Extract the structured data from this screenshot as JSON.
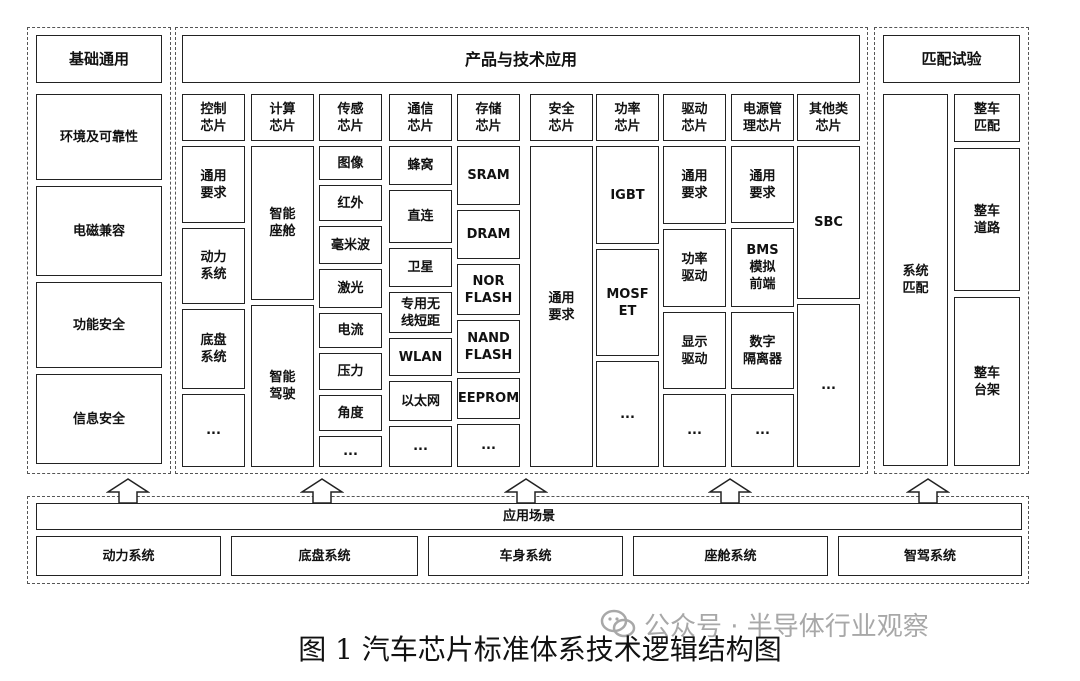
{
  "left": {
    "title": "基础通用",
    "items": [
      "环境及可靠性",
      "电磁兼容",
      "功能安全",
      "信息安全"
    ]
  },
  "middle": {
    "title": "产品与技术应用",
    "columns": [
      {
        "header": "控制\n芯片",
        "items": [
          "通用\n要求",
          "动力\n系统",
          "底盘\n系统",
          "..."
        ]
      },
      {
        "header": "计算\n芯片",
        "items": [
          "智能\n座舱",
          "智能\n驾驶"
        ]
      },
      {
        "header": "传感\n芯片",
        "items": [
          "图像",
          "红外",
          "毫米波",
          "激光",
          "电流",
          "压力",
          "角度",
          "..."
        ]
      },
      {
        "header": "通信\n芯片",
        "items": [
          "蜂窝",
          "直连",
          "卫星",
          "专用无\n线短距",
          "WLAN",
          "以太网",
          "..."
        ]
      },
      {
        "header": "存储\n芯片",
        "items": [
          "SRAM",
          "DRAM",
          "NOR\nFLASH",
          "NAND\nFLASH",
          "EEPROM",
          "..."
        ]
      },
      {
        "header": "安全\n芯片",
        "items": [
          "通用\n要求"
        ]
      },
      {
        "header": "功率\n芯片",
        "items": [
          "IGBT",
          "MOSF\nET",
          "..."
        ]
      },
      {
        "header": "驱动\n芯片",
        "items": [
          "通用\n要求",
          "功率\n驱动",
          "显示\n驱动",
          "..."
        ]
      },
      {
        "header": "电源管\n理芯片",
        "items": [
          "通用\n要求",
          "BMS\n模拟\n前端",
          "数字\n隔离器",
          "..."
        ]
      },
      {
        "header": "其他类\n芯片",
        "items": [
          "SBC",
          "..."
        ]
      }
    ]
  },
  "right": {
    "title": "匹配试验",
    "system": "系统\n匹配",
    "items": [
      "整车\n匹配",
      "整车\n道路",
      "整车\n台架"
    ]
  },
  "bottom": {
    "title": "应用场景",
    "items": [
      "动力系统",
      "底盘系统",
      "车身系统",
      "座舱系统",
      "智驾系统"
    ]
  },
  "caption": "图 1 汽车芯片标准体系技术逻辑结构图",
  "watermark": "公众号 · 半导体行业观察"
}
